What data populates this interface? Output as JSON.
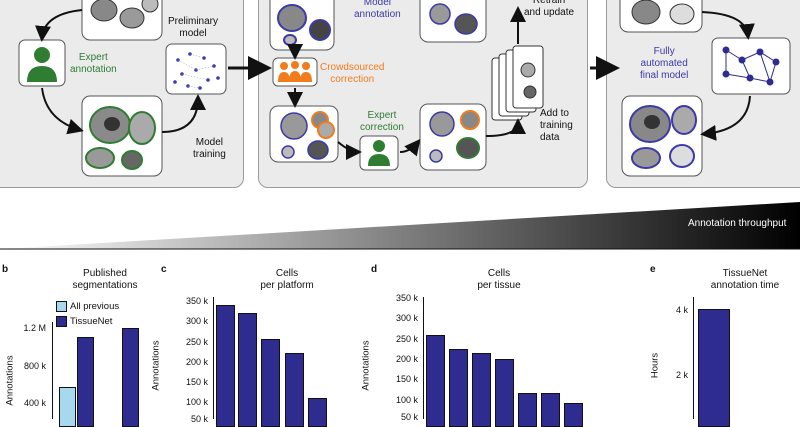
{
  "workflow": {
    "expert_annotation": "Expert\nannotation",
    "preliminary_model": "Preliminary\nmodel",
    "model_training": "Model\ntraining",
    "model_annotation": "Model\nannotation",
    "crowdsourced_correction": "Crowdsourced\ncorrection",
    "expert_correction": "Expert\ncorrection",
    "retrain_update": "Retrain\nand update",
    "add_training": "Add to\ntraining\ndata",
    "fully_automated": "Fully\nautomated\nfinal model",
    "throughput": "Annotation throughput"
  },
  "colors": {
    "expert_green": "#2e7d32",
    "model_purple": "#3b3aa6",
    "crowd_orange": "#f07c1e",
    "bar_dark": "#2e2d8f",
    "bar_light": "#a8d8ee"
  },
  "panels": {
    "b": "b",
    "c": "c",
    "d": "d",
    "e": "e"
  },
  "chart_data": [
    {
      "type": "bar",
      "title": "Published\nsegmentations",
      "ylabel": "Annotations",
      "yticks": [
        "1.2 M",
        "800 k",
        "400 k"
      ],
      "series": [
        {
          "name": "All previous",
          "values": [
            580000
          ]
        },
        {
          "name": "TissueNet",
          "values": [
            1090000,
            1200000
          ]
        }
      ]
    },
    {
      "type": "bar",
      "title": "Cells\nper platform",
      "ylabel": "Annotations",
      "yticks": [
        "350 k",
        "300 k",
        "250 k",
        "200 k",
        "150 k",
        "100 k",
        "50 k"
      ],
      "values": [
        345000,
        325000,
        260000,
        222000,
        110000
      ]
    },
    {
      "type": "bar",
      "title": "Cells\nper tissue",
      "ylabel": "Annotations",
      "yticks": [
        "350 k",
        "300 k",
        "250 k",
        "200 k",
        "150 k",
        "100 k",
        "50 k"
      ],
      "values": [
        260000,
        225000,
        215000,
        200000,
        115000,
        115000,
        90000
      ]
    },
    {
      "type": "bar",
      "title": "TissueNet\nannotation time",
      "ylabel": "Hours",
      "yticks": [
        "4 k",
        "2 k"
      ],
      "values": [
        4000
      ]
    }
  ]
}
